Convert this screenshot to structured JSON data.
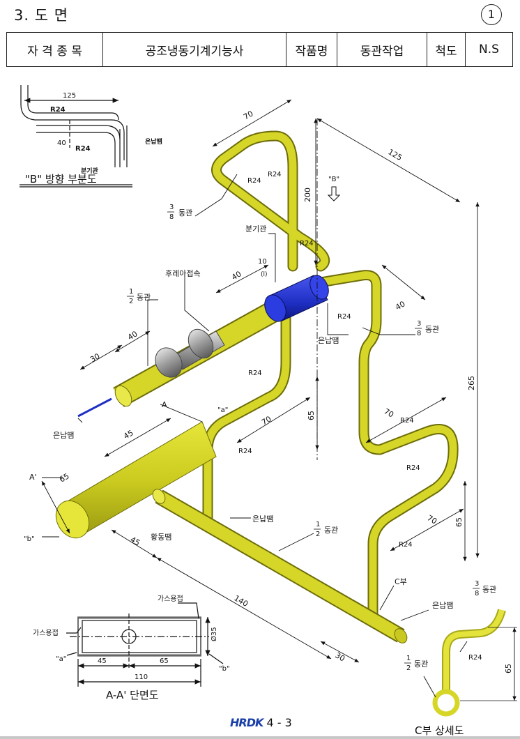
{
  "header": {
    "title": "3. 도 면",
    "page_number": "1",
    "cells": [
      "자 격 종 목",
      "공조냉동기계기능사",
      "작품명",
      "동관작업",
      "척도",
      "N.S"
    ]
  },
  "labels": {
    "b_view_title": "\"B\" 방향 부분도",
    "b_dim_125": "125",
    "b_r24_top": "R24",
    "b_r24_bottom": "R24",
    "b_dim_40": "40",
    "b_silver": "은납땜",
    "b_branch": "분기관",
    "dim_70_top": "70",
    "dim_125_top": "125",
    "r24_a": "R24",
    "r24_b": "R24",
    "b_arrow": "\"B\"",
    "dim_200": "200",
    "pipe_38_left_num": "3",
    "pipe_38_left_den": "8",
    "pipe_38_left_txt": "동관",
    "branch_pipe": "분기관",
    "r24_c": "R24",
    "flare": "후레아접속",
    "dim_40_flare": "40",
    "dim_10": "10",
    "dim_l": "(l)",
    "pipe_12_num": "1",
    "pipe_12_den": "2",
    "pipe_12_txt": "동관",
    "dim_40_a": "40",
    "dim_30_a": "30",
    "dim_40_right": "40",
    "r24_d": "R24",
    "silver_mid": "은납땜",
    "pipe_38_right_num": "3",
    "pipe_38_right_den": "8",
    "pipe_38_right_txt": "동관",
    "r24_e": "R24",
    "label_a": "A",
    "label_a_quote": "\"a\"",
    "dim_65_mid": "65",
    "dim_70_mid": "70",
    "silver_left": "은납땜",
    "dim_45_a": "45",
    "r24_f": "R24",
    "label_a_prime": "A'",
    "dim_65_left": "65",
    "label_b_quote": "\"b\"",
    "dim_265": "265",
    "dim_70_right": "70",
    "r24_g": "R24",
    "r24_h": "R24",
    "dim_70_low": "70",
    "dim_65_right": "65",
    "r24_i": "R24",
    "brass": "황동땜",
    "dim_45_b": "45",
    "silver_low": "은납땜",
    "pipe_12_low_num": "1",
    "pipe_12_low_den": "2",
    "pipe_12_low_txt": "동관",
    "dim_140": "140",
    "c_part": "C부",
    "silver_c": "은납땜",
    "dim_30_b": "30",
    "sec_gas_top": "가스용접",
    "sec_gas_left": "가스용접",
    "sec_a": "\"a\"",
    "sec_b": "\"b\"",
    "sec_d35": "Ø35",
    "sec_45": "45",
    "sec_65": "65",
    "sec_110": "110",
    "section_title": "A-A' 단면도",
    "cd_pipe_38_num": "3",
    "cd_pipe_38_den": "8",
    "cd_pipe_38_txt": "동관",
    "cd_r24": "R24",
    "cd_65": "65",
    "cd_pipe_12_num": "1",
    "cd_pipe_12_den": "2",
    "cd_pipe_12_txt": "동관",
    "c_detail_title": "C부 상세도"
  },
  "footer": {
    "logo": "HRDK",
    "page": "4 - 3"
  },
  "colors": {
    "pipe": "#d6d629",
    "pipe_dark": "#8e8e10",
    "fitting": "#1f2fc4",
    "nut": "#a9a9a9"
  }
}
